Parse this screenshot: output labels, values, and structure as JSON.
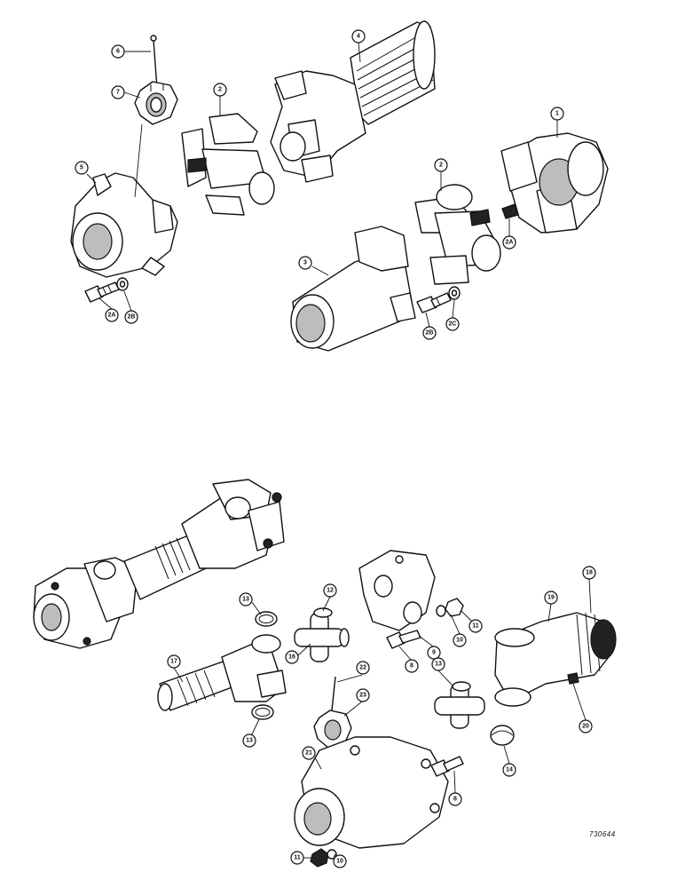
{
  "reference_code": "730644",
  "callouts": [
    {
      "id": "c-6",
      "label": "6"
    },
    {
      "id": "c-7",
      "label": "7"
    },
    {
      "id": "c-2a",
      "label": "2"
    },
    {
      "id": "c-4",
      "label": "4"
    },
    {
      "id": "c-1",
      "label": "1"
    },
    {
      "id": "c-5",
      "label": "5"
    },
    {
      "id": "c-2b",
      "label": "2"
    },
    {
      "id": "c-3",
      "label": "3"
    },
    {
      "id": "c-2A-l",
      "label": "2A"
    },
    {
      "id": "c-2B-l",
      "label": "2B"
    },
    {
      "id": "c-2A-r",
      "label": "2A"
    },
    {
      "id": "c-2B-r",
      "label": "2B"
    },
    {
      "id": "c-2C",
      "label": "2C"
    },
    {
      "id": "c-12",
      "label": "12"
    },
    {
      "id": "c-13a",
      "label": "13"
    },
    {
      "id": "c-16",
      "label": "16"
    },
    {
      "id": "c-17",
      "label": "17"
    },
    {
      "id": "c-13b",
      "label": "13"
    },
    {
      "id": "c-22",
      "label": "22"
    },
    {
      "id": "c-23",
      "label": "23"
    },
    {
      "id": "c-21",
      "label": "21"
    },
    {
      "id": "c-11a",
      "label": "11"
    },
    {
      "id": "c-10a",
      "label": "10"
    },
    {
      "id": "c-9",
      "label": "9"
    },
    {
      "id": "c-8a",
      "label": "8"
    },
    {
      "id": "c-10b",
      "label": "10"
    },
    {
      "id": "c-11b",
      "label": "11"
    },
    {
      "id": "c-13c",
      "label": "13"
    },
    {
      "id": "c-14",
      "label": "14"
    },
    {
      "id": "c-8b",
      "label": "8"
    },
    {
      "id": "c-19",
      "label": "19"
    },
    {
      "id": "c-18",
      "label": "18"
    },
    {
      "id": "c-20",
      "label": "20"
    }
  ]
}
